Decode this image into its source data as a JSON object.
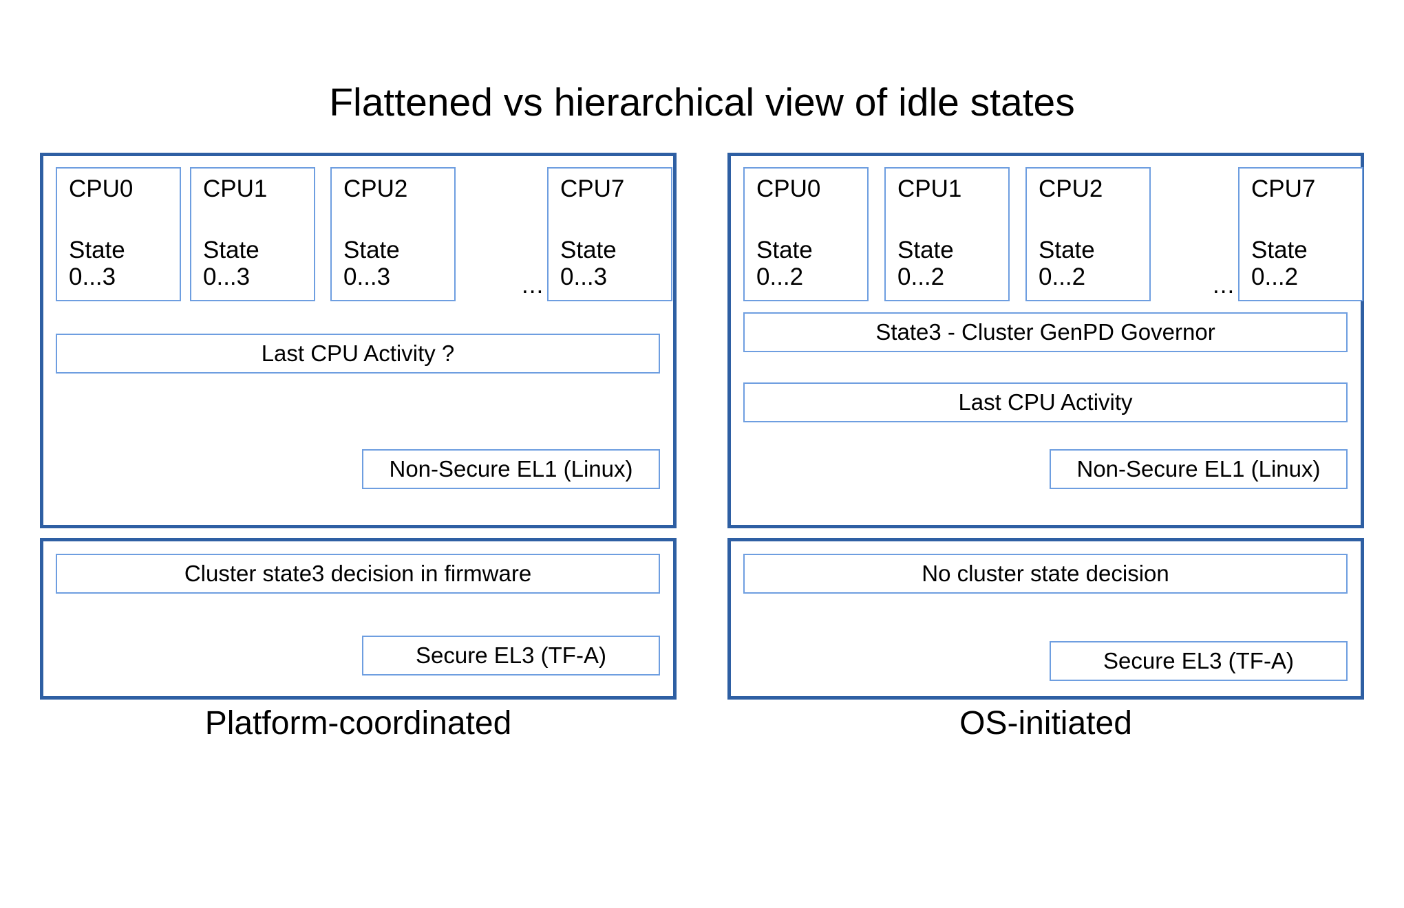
{
  "title": "Flattened vs hierarchical view of idle states",
  "colors": {
    "panel_border": "#2e5fa3",
    "box_border": "#6e9ee0",
    "background": "#ffffff",
    "text": "#000000"
  },
  "left_column": {
    "caption": "Platform-coordinated",
    "os_panel": {
      "cpus": [
        {
          "name": "CPU0",
          "state_label": "State",
          "state_range": "0...3"
        },
        {
          "name": "CPU1",
          "state_label": "State",
          "state_range": "0...3"
        },
        {
          "name": "CPU2",
          "state_label": "State",
          "state_range": "0...3"
        },
        {
          "name": "CPU7",
          "state_label": "State",
          "state_range": "0...3"
        }
      ],
      "ellipsis": "...",
      "bars": [
        {
          "label": "Last CPU Activity ?"
        }
      ],
      "exception_level": "Non-Secure EL1 (Linux)"
    },
    "fw_panel": {
      "bars": [
        {
          "label": "Cluster state3 decision in firmware"
        }
      ],
      "exception_level": "Secure EL3 (TF-A)"
    }
  },
  "right_column": {
    "caption": "OS-initiated",
    "os_panel": {
      "cpus": [
        {
          "name": "CPU0",
          "state_label": "State",
          "state_range": "0...2"
        },
        {
          "name": "CPU1",
          "state_label": "State",
          "state_range": "0...2"
        },
        {
          "name": "CPU2",
          "state_label": "State",
          "state_range": "0...2"
        },
        {
          "name": "CPU7",
          "state_label": "State",
          "state_range": "0...2"
        }
      ],
      "ellipsis": "...",
      "bars": [
        {
          "label": "State3 - Cluster GenPD Governor"
        },
        {
          "label": "Last CPU Activity"
        }
      ],
      "exception_level": "Non-Secure EL1 (Linux)"
    },
    "fw_panel": {
      "bars": [
        {
          "label": "No cluster state decision"
        }
      ],
      "exception_level": "Secure EL3 (TF-A)"
    }
  }
}
